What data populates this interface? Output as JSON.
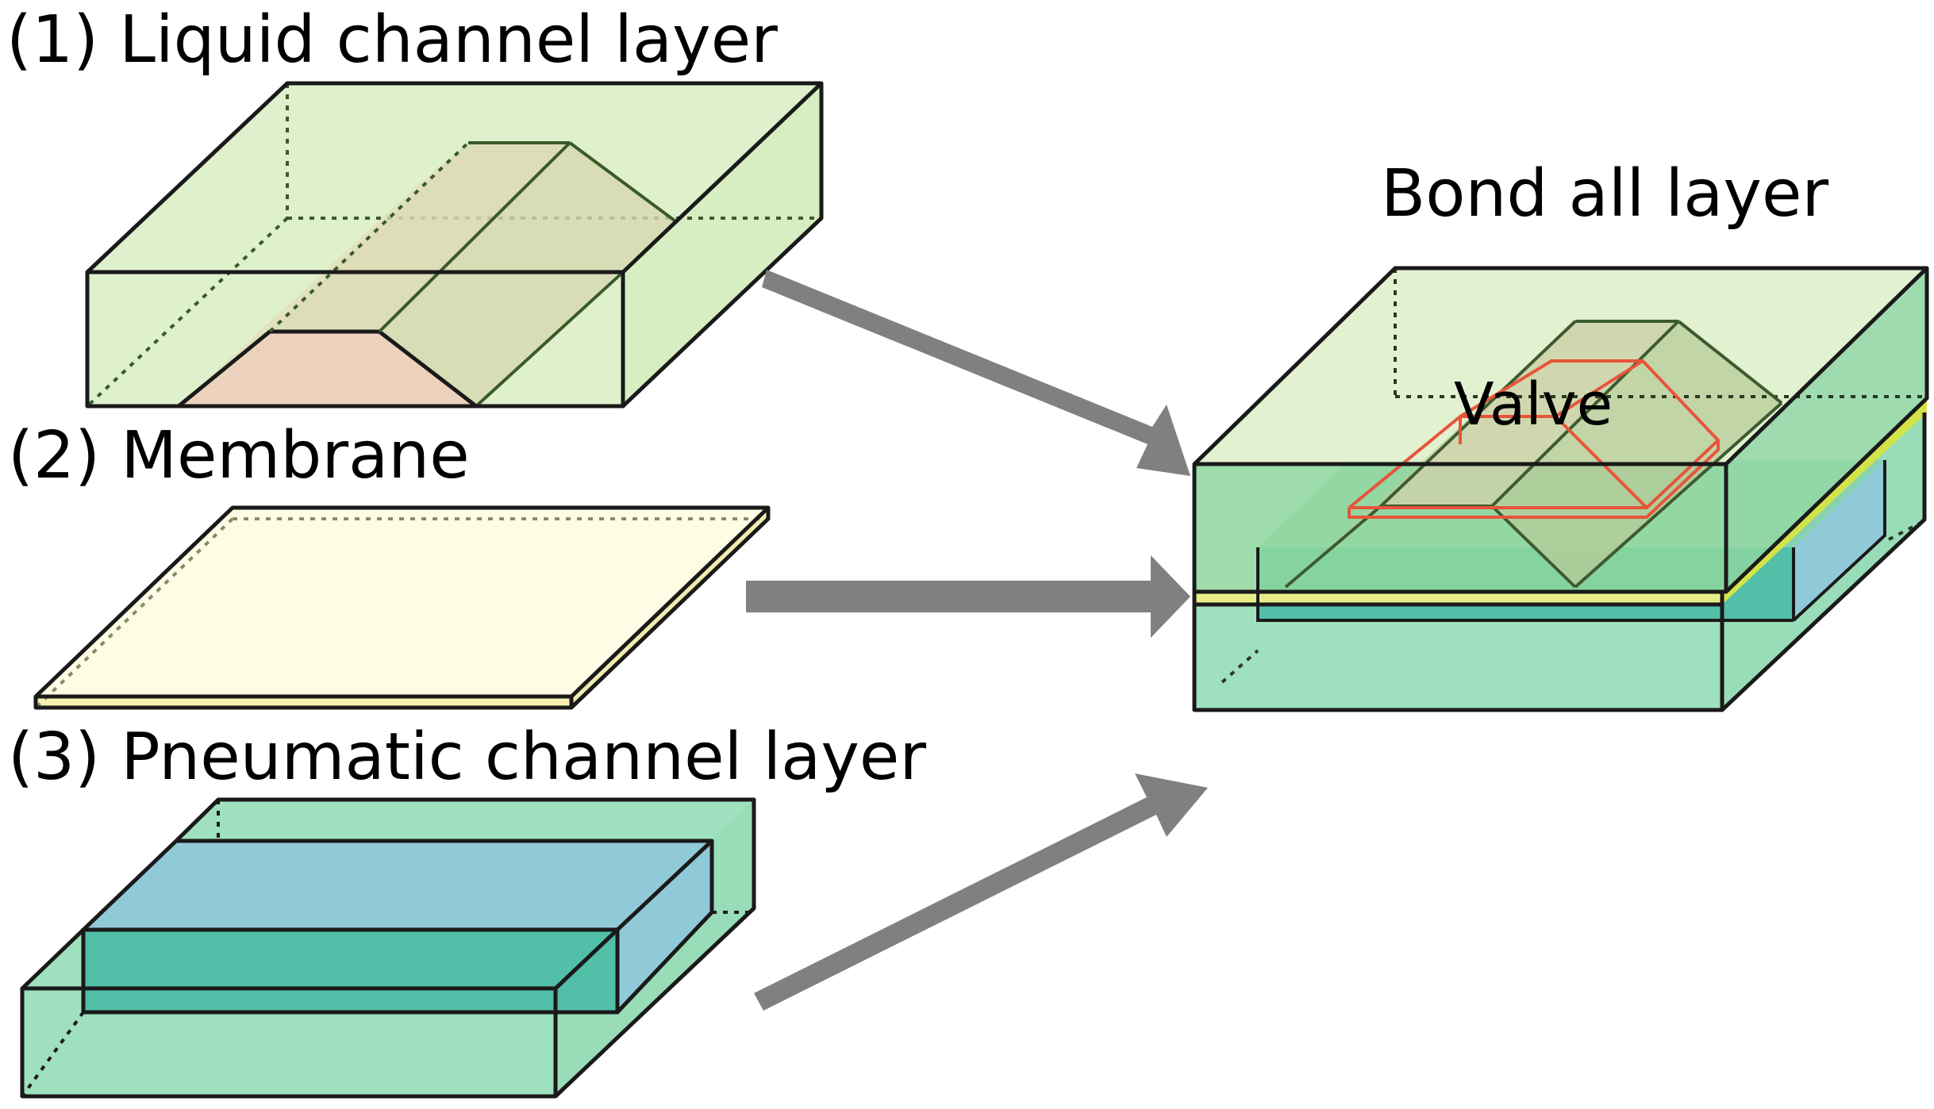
{
  "labels": {
    "liquid_layer": "(1) Liquid channel layer",
    "membrane": "(2) Membrane",
    "pneumatic_layer": "(3) Pneumatic channel layer",
    "bond": "Bond all layer",
    "valve": "Valve"
  },
  "colors": {
    "liquid_block": "#dff0cc",
    "liquid_channel_cross_section": "#ecd2bc",
    "channel_top": "#ddd9b4",
    "membrane": "#fdfde6",
    "membrane_edge": "#f5f0b0",
    "pneumatic_block": "#9fe0be",
    "pneumatic_channel_top": "#90cad8",
    "pneumatic_channel_front": "#52bfa8",
    "valve_outline": "#e8543a",
    "arrow": "#808080",
    "outline": "#1a1a1a"
  }
}
